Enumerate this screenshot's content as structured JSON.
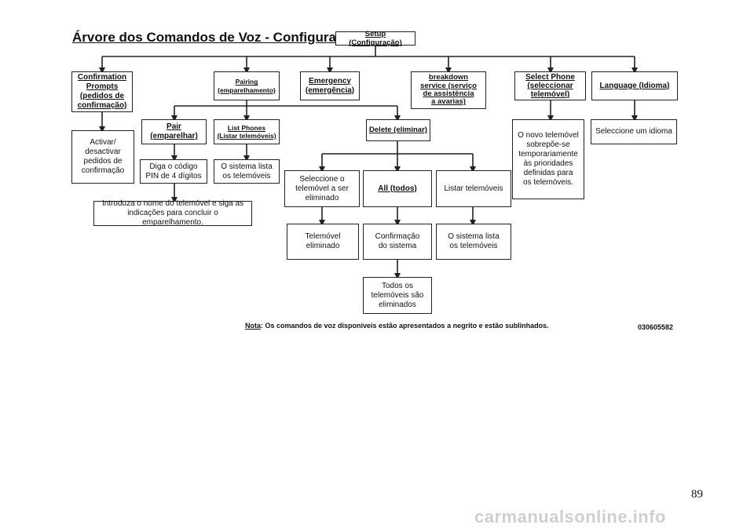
{
  "title": "Árvore dos Comandos de Voz - Configuração",
  "nodes": {
    "setup": "Setup (Configuração)",
    "confirmation_prompts": "Confirmation\nPrompts\n(pedidos de\nconfirmação)",
    "pairing": "Pairing\n(emparelhamento)",
    "emergency": "Emergency\n(emergência)",
    "breakdown": "breakdown\nservice (serviço\nde assistência\na avarias)",
    "select_phone": "Select Phone\n(seleccionar\ntelemóvel)",
    "language": "Language (Idioma)",
    "activate_prompts": "Activar/\ndesactivar\npedidos de\nconfirmação",
    "pair": "Pair\n(emparelhar)",
    "list_phones": "List Phones\n(Listar telemóveis)",
    "delete": "Delete (eliminar)",
    "select_phone_result": "O novo telemóvel\nsobrepõe-se\ntemporariamente\nàs prioridades\ndefinidas para\nos telemóveis.",
    "select_language": "Seleccione um idioma",
    "pin": "Diga o código\nPIN de 4 dígitos",
    "system_lists_1": "O sistema lista\nos telemóveis",
    "select_phone_delete": "Seleccione o\ntelemóvel a ser\neliminado",
    "all": "All (todos)",
    "list_phones_2": "Listar telemóveis",
    "enter_name": "Introduza o nome do telemóvel e siga as\nindicações para concluir o emparelhamento.",
    "phone_deleted": "Telemóvel\neliminado",
    "system_confirmation": "Confirmação\ndo sistema",
    "system_lists_2": "O sistema lista\nos telemóveis",
    "all_deleted": "Todos os\ntelemóveis são\neliminados"
  },
  "note": {
    "label": "Nota",
    "text": ": Os comandos de voz disponíveis estão apresentados a negrito e estão sublinhados."
  },
  "figure_id": "030605582",
  "page_number": "89",
  "watermark": "carmanualsonline.info"
}
